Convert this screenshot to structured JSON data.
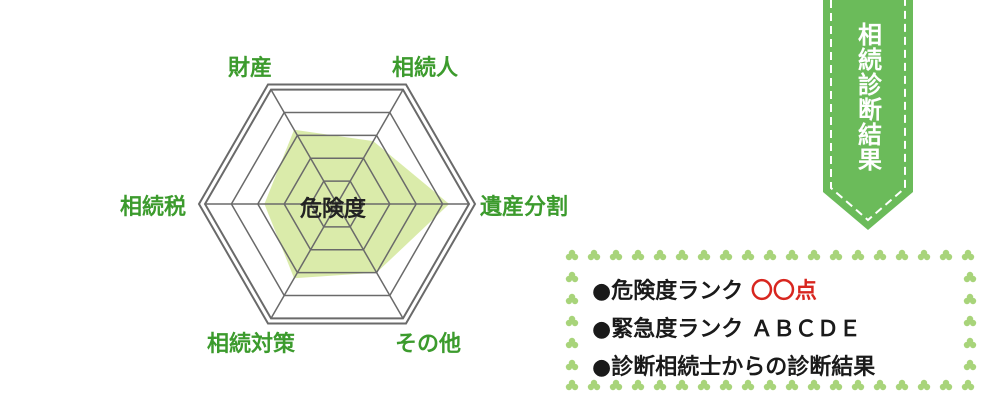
{
  "colors": {
    "green": "#3c9b2d",
    "fill": "#d4e79b",
    "banner": "#6bbb5a",
    "clover": "#a8d47a",
    "red": "#d8261f",
    "grid": "#6a6a6a"
  },
  "radar": {
    "center_label": "危険度",
    "axes": [
      "財産",
      "相続人",
      "遺産分割",
      "その他",
      "相続対策",
      "相続税"
    ],
    "levels": 5,
    "values": [
      0.65,
      0.55,
      0.85,
      0.6,
      0.65,
      0.55
    ],
    "max": 1
  },
  "banner": {
    "text": "相続診断結果"
  },
  "results": {
    "bullet": "●",
    "item1_text": "危険度ランク",
    "item1_points": "〇〇点",
    "item2": "緊急度ランク ＡＢＣＤＥ",
    "item3": "診断相続士からの診断結果"
  }
}
